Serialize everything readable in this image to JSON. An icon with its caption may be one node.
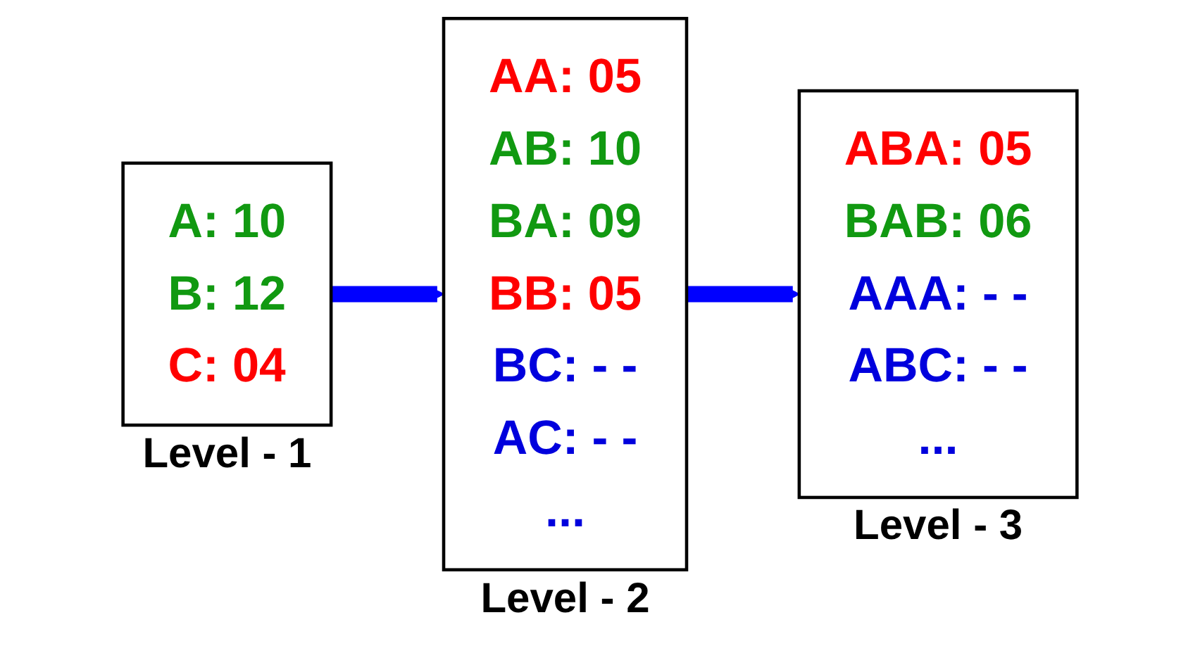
{
  "diagram": {
    "nodes": [
      {
        "text": [
          "A: 10",
          "B: 12",
          "C: 04"
        ],
        "beside": [
          "Level - 1"
        ]
      },
      {
        "text": [
          "AA: 05",
          "AB: 10",
          "BA: 09",
          "BB: 05",
          "BC: - -",
          "AC: - -",
          "..."
        ],
        "beside": [
          "Level - 2"
        ]
      },
      {
        "text": [
          "ABA: 05",
          "BAB: 06",
          "AAA: - -",
          "ABC: - -",
          "..."
        ],
        "beside": [
          "Level - 3"
        ]
      }
    ],
    "edges": [
      {
        "from": 0,
        "to": 1,
        "arrow": "to"
      },
      {
        "from": 1,
        "to": 2,
        "arrow": "to"
      }
    ]
  }
}
